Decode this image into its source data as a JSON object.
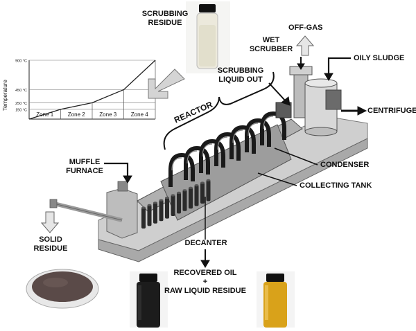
{
  "labels": {
    "scrubbing_residue": [
      "SCRUBBING",
      "RESIDUE"
    ],
    "off_gas": "OFF-GAS",
    "wet_scrubber": [
      "WET",
      "SCRUBBER"
    ],
    "oily_sludge": "OILY SLUDGE",
    "scrubbing_liquid_out": [
      "SCRUBBING",
      "LIQUID OUT"
    ],
    "centrifuge": "CENTRIFUGE",
    "reactor": "REACTOR",
    "muffle_furnace": [
      "MUFFLE",
      "FURNACE"
    ],
    "condenser": "CONDENSER",
    "collecting_tank": "COLLECTING TANK",
    "solid_residue": [
      "SOLID",
      "RESIDUE"
    ],
    "decanter": "DECANTER",
    "recovered_oil": "RECOVERED OIL",
    "plus": "+",
    "raw_liquid_residue": "RAW LIQUID RESIDUE"
  },
  "chart_data": {
    "type": "line",
    "ylabel": "Temperature",
    "y_ticks": [
      "900 °C",
      "450 °C",
      "250 °C",
      "150 °C"
    ],
    "zones": [
      "Zone 1",
      "Zone 2",
      "Zone 3",
      "Zone 4"
    ],
    "series": [
      {
        "values": [
          0,
          150,
          250,
          450,
          900
        ]
      }
    ],
    "ylim": [
      0,
      900
    ]
  },
  "colors": {
    "line": "#222222",
    "machine_body": "#c9c9c9",
    "machine_dark": "#4a4a4a",
    "arrow_grey": "#d4d4d4",
    "oil_dark": "#1c1c1c",
    "oil_amber": "#d9a21a",
    "residue_liquid": "#e8e6d9"
  }
}
